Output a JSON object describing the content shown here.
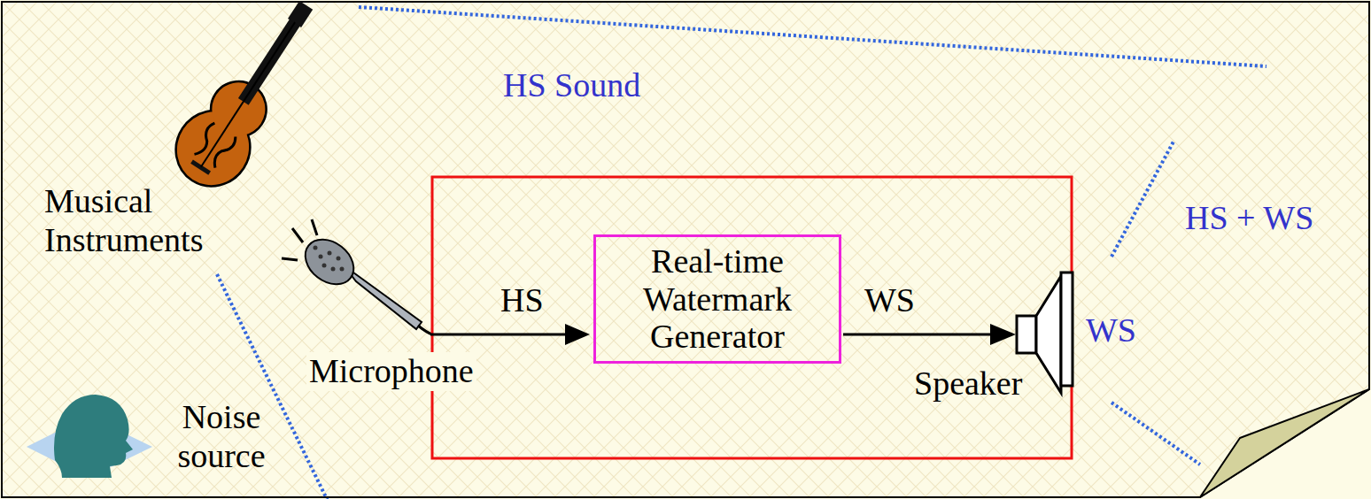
{
  "diagram": {
    "nodes": [
      {
        "text": [
          "Real-time Watermark Generator"
        ]
      }
    ],
    "labels": [
      "HS Sound",
      "Musical Instruments",
      "Microphone",
      "HS",
      "WS",
      "WS",
      "Speaker",
      "HS + WS",
      "Noise source"
    ]
  }
}
